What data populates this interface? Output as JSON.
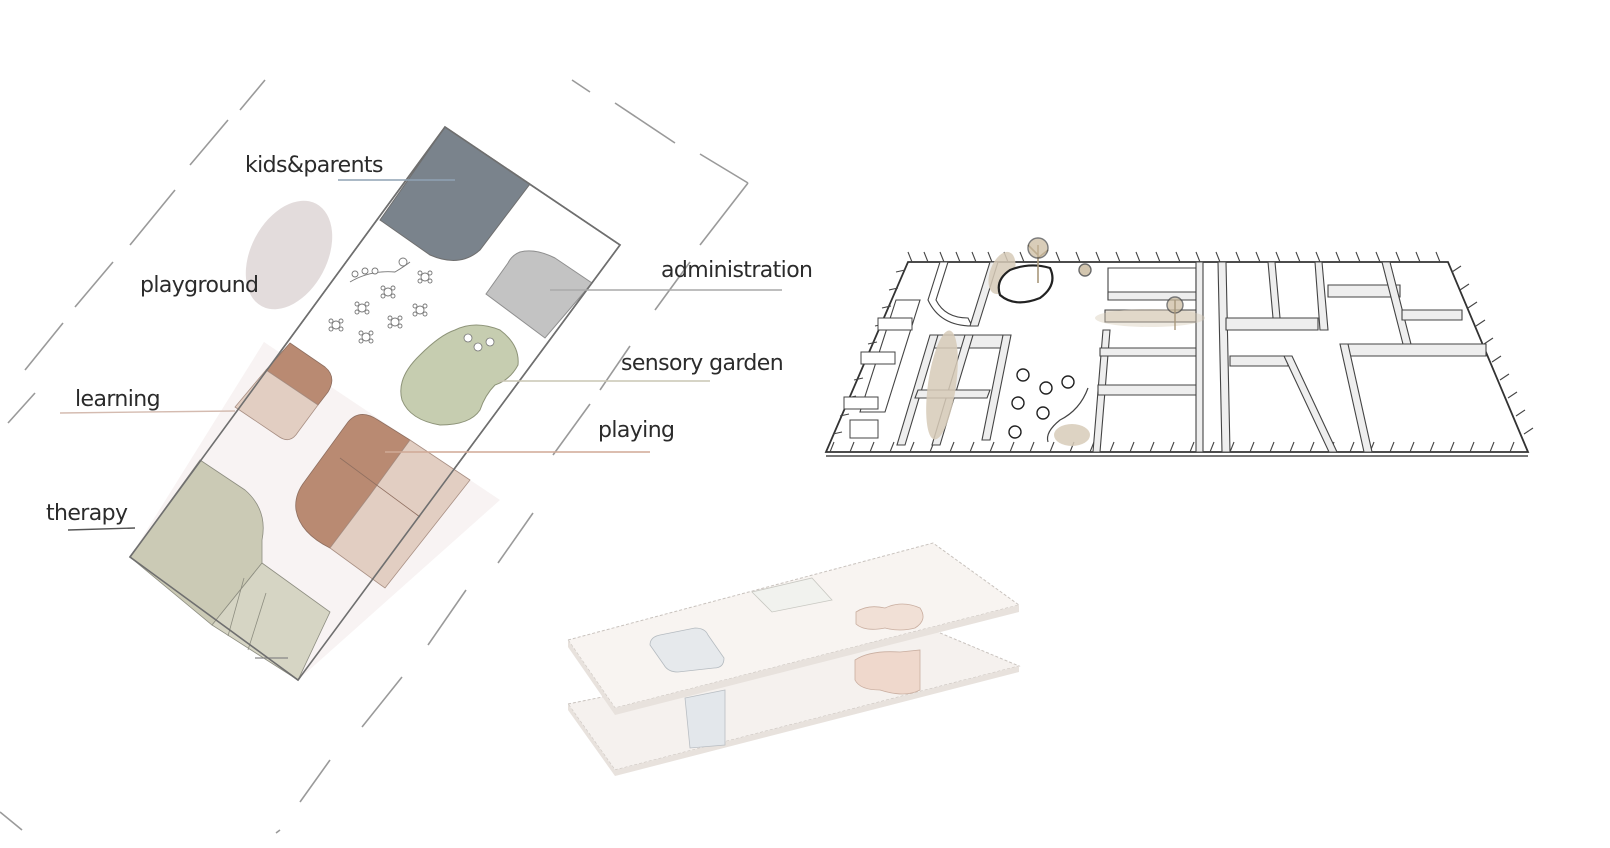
{
  "site_plan": {
    "labels": {
      "kids_parents": "kids&parents",
      "playground": "playground",
      "administration": "administration",
      "sensory_garden": "sensory garden",
      "learning": "learning",
      "playing": "playing",
      "therapy": "therapy"
    },
    "colors": {
      "kids_parents": "#7a838c",
      "playground": "#e3dcdc",
      "administration": "#c3c3c3",
      "sensory_garden": "#c6cdb0",
      "learning_dark": "#b98a72",
      "learning_light": "#e2cec2",
      "playing_dark": "#b98a72",
      "playing_light": "#e2cec2",
      "therapy": "#cbcab5",
      "therapy_small": "#d6d5c4",
      "corridor": "#f8f3f3",
      "outline": "#6f6f6f"
    }
  },
  "floor_plan_3d": {
    "description": "isometric wall plan with rooms, tables and trees"
  },
  "stack_diagram": {
    "colors": {
      "slab": "#f5f1ee",
      "slab_edge": "#e8e2dd",
      "void_blue": "#e6e9ec",
      "void_pink": "#efd8cc"
    }
  }
}
